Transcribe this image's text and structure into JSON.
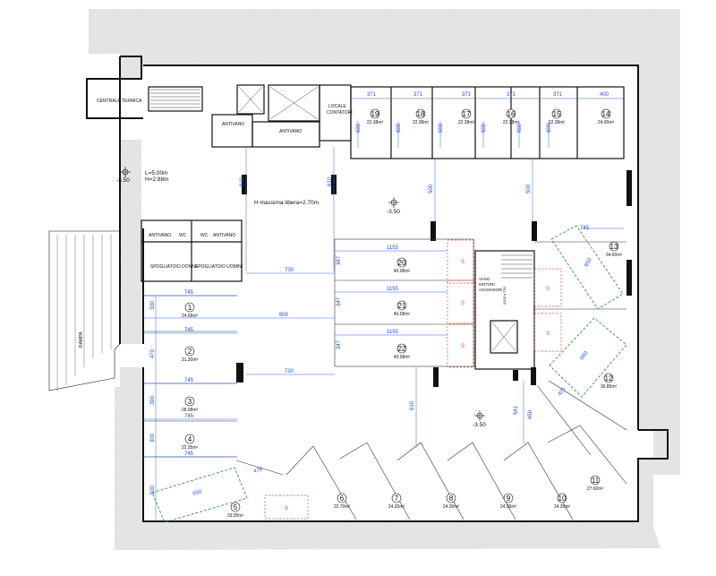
{
  "rooms": {
    "centrale_termica": "CENTRALE TERMICA",
    "locale_contatori": [
      "LOCALE",
      "CONTATORI"
    ],
    "antivano_1": "ANTIVANO",
    "antivano_2": "ANTIVANO",
    "antivano_3": "ANTIVANO",
    "antivano_4": "ANTIVANO",
    "wc_1": "WC",
    "wc_2": "WC",
    "spogliatoio_donne": "SPOGLIATOIO DONNE",
    "spogliatoio_uomini": "SPOGLIATOIO UOMINI",
    "vano_motori": [
      "VANO",
      "MOTORI",
      "ASCENSORI"
    ],
    "rampa": "RAMPA"
  },
  "notes": {
    "height_max": "H massima libera=2.70m",
    "ramp_l": "L=5.00m",
    "ramp_h": "H=2.88m",
    "level_1": "-3.50",
    "level_2": "-3.50",
    "level_3": "-3.50",
    "stair": "§100 x 730"
  },
  "spaces": [
    {
      "n": "1",
      "area": "24.58m²"
    },
    {
      "n": "2",
      "area": "31.30m²"
    },
    {
      "n": "3",
      "area": "28.08m²"
    },
    {
      "n": "4",
      "area": "22.35m²"
    },
    {
      "n": "5",
      "area": "33.05m²"
    },
    {
      "n": "6",
      "area": "22.70m²"
    },
    {
      "n": "7",
      "area": "24.30m²"
    },
    {
      "n": "8",
      "area": "24.30m²"
    },
    {
      "n": "9",
      "area": "24.30m²"
    },
    {
      "n": "10",
      "area": "24.30m²"
    },
    {
      "n": "11",
      "area": "27.60m²"
    },
    {
      "n": "12",
      "area": "36.85m²"
    },
    {
      "n": "13",
      "area": "34.60m²"
    },
    {
      "n": "14",
      "area": "24.00m²"
    },
    {
      "n": "15",
      "area": "22.38m²"
    },
    {
      "n": "16",
      "area": "22.38m²"
    },
    {
      "n": "17",
      "area": "22.38m²"
    },
    {
      "n": "18",
      "area": "22.38m²"
    },
    {
      "n": "19",
      "area": "22.38m²"
    },
    {
      "n": "20",
      "area": "40.08m²"
    },
    {
      "n": "21",
      "area": "40.08m²"
    },
    {
      "n": "22",
      "area": "40.08m²"
    }
  ],
  "dims": {
    "top_371_a": "371",
    "top_371_b": "371",
    "top_371_c": "371",
    "top_371_d": "371",
    "top_371_e": "371",
    "top_400": "400",
    "top_600_a": "600",
    "top_600_b": "600",
    "top_600_c": "600",
    "top_600_d": "600",
    "top_600_e": "600",
    "top_600_f": "600",
    "v_610_a": "610",
    "v_610_b": "610",
    "v_500_a": "500",
    "v_500_b": "500",
    "h_730_a": "730",
    "h_730_b": "730",
    "h_800": "800",
    "h_1155_a": "1155",
    "h_1155_b": "1155",
    "h_1155_c": "1155",
    "v_347_a": "347",
    "v_347_b": "347",
    "v_347_c": "347",
    "h_745_a": "745",
    "h_745_b": "745",
    "h_745_c": "745",
    "h_745_d": "745",
    "h_745_e": "745",
    "v_330": "330",
    "v_470": "470",
    "v_390": "390",
    "v_300": "300",
    "v_500_c": "500",
    "d_650": "650",
    "d_478": "478",
    "v_610_c": "610",
    "v_541": "541",
    "v_450": "450",
    "d_425": "425",
    "d_660": "660",
    "d_650_b": "650",
    "d_745": "745",
    "s": "S"
  }
}
